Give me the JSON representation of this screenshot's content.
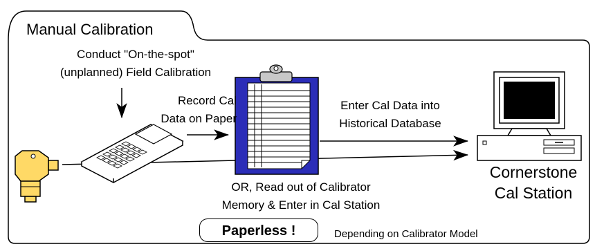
{
  "title": "Manual Calibration",
  "labels": {
    "conduct_line1": "Conduct \"On-the-spot\"",
    "conduct_line2": "(unplanned) Field Calibration",
    "record_line1": "Record Cal",
    "record_line2": "Data on Paper",
    "enter_line1": "Enter Cal Data into",
    "enter_line2": "Historical Database",
    "readout_line1": "OR, Read out of Calibrator",
    "readout_line2": "Memory & Enter in Cal Station",
    "station_line1": "Cornerstone",
    "station_line2": "Cal Station",
    "paperless": "Paperless !",
    "model_note": "Depending on Calibrator Model"
  },
  "icons": {
    "transmitter": "transmitter-icon",
    "calibrator": "handheld-calibrator-icon",
    "clipboard": "clipboard-icon",
    "computer": "computer-icon"
  },
  "colors": {
    "transmitter_fill": "#FFD966",
    "clipboard_fill": "#2B2DB8",
    "monitor_screen": "#000000"
  }
}
